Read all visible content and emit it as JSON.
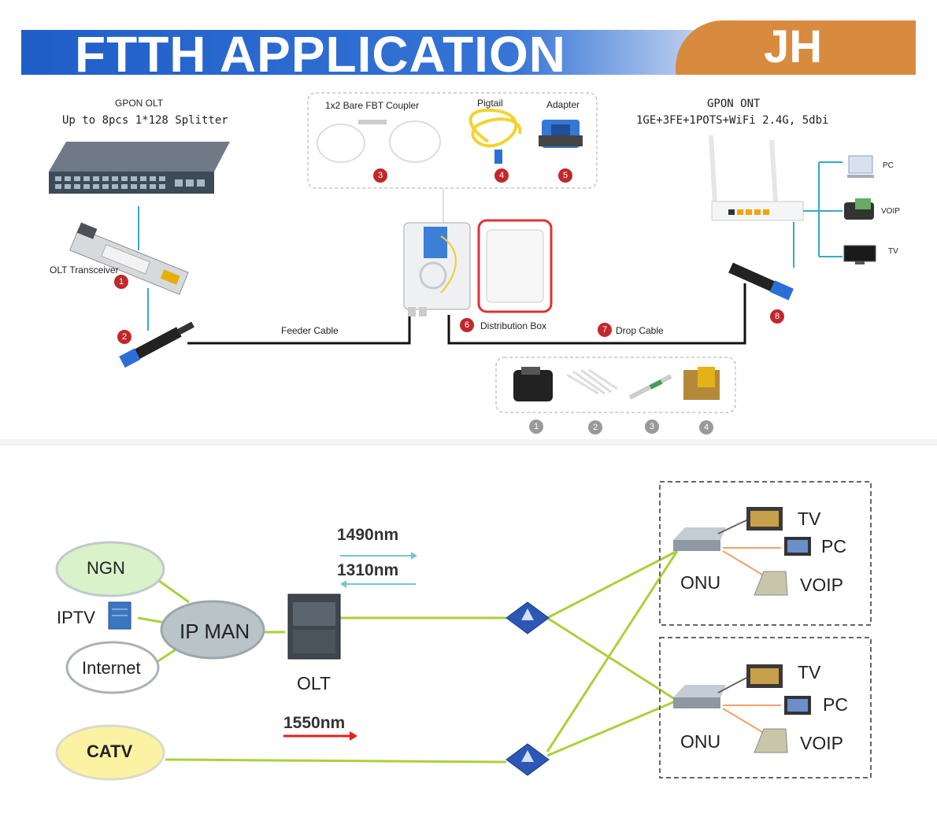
{
  "header": {
    "title": "FTTH APPLICATION",
    "brand": "JH"
  },
  "top": {
    "olt_title": "GPON OLT",
    "olt_subtitle": "Up to 8pcs 1*128 Splitter",
    "olt_transceiver": "OLT Transceiver",
    "coupler": "1x2 Bare FBT Coupler",
    "pigtail": "Pigtail",
    "adapter": "Adapter",
    "ont_title": "GPON ONT",
    "ont_subtitle": "1GE+3FE+1POTS+WiFi 2.4G, 5dbi",
    "pc": "PC",
    "voip": "VOIP",
    "tv": "TV",
    "feeder_cable": "Feeder Cable",
    "distribution_box": "Distribution Box",
    "drop_cable": "Drop Cable",
    "numbers": [
      "1",
      "2",
      "3",
      "4",
      "5",
      "6",
      "7",
      "8"
    ],
    "tool_numbers": [
      "1",
      "2",
      "3",
      "4"
    ]
  },
  "bottom": {
    "ngn": "NGN",
    "iptv": "IPTV",
    "internet": "Internet",
    "ip_man": "IP MAN",
    "olt": "OLT",
    "catv": "CATV",
    "wl_1490": "1490nm",
    "wl_1310": "1310nm",
    "wl_1550": "1550nm",
    "onu": "ONU",
    "tv": "TV",
    "pc": "PC",
    "voip": "VOIP"
  },
  "colors": {
    "header_blue": "#1f5ec8",
    "brand_orange": "#d88a3e",
    "marker_red": "#c0282b",
    "fiber_green": "#a9d23a",
    "cloud_green": "#d9f2c9",
    "cloud_yellow": "#fbf3a3",
    "cloud_grey": "#b9c4c8"
  }
}
